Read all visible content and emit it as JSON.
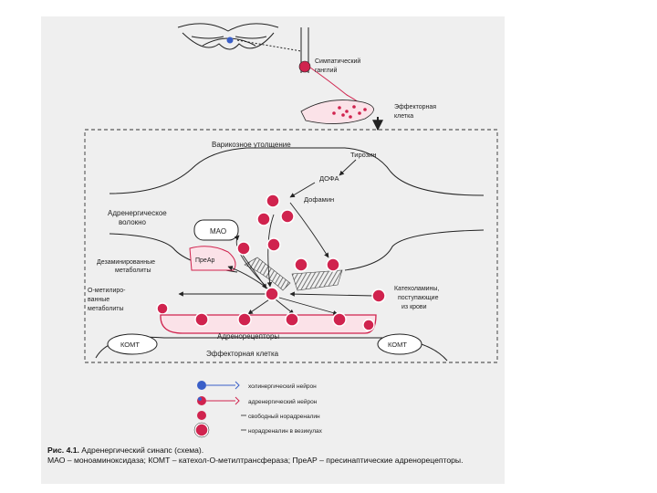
{
  "labels": {
    "sympathetic_ganglion_1": "Симпатический",
    "sympathetic_ganglion_2": "ганглий",
    "effector_cell_top_1": "Эффекторная",
    "effector_cell_top_2": "клетка",
    "varicose": "Варикозное утолщение",
    "tyrosine": "Тирозин",
    "dopa": "ДОФА",
    "dopamine": "Дофамин",
    "adrenergic_fiber_1": "Адренергическое",
    "adrenergic_fiber_2": "волокно",
    "mao": "МАО",
    "prear": "ПреАр",
    "deaminated_1": "Дезаминированные",
    "deaminated_2": "метаболиты",
    "omethyl_1": "О-метилиро-",
    "omethyl_2": "ванные",
    "omethyl_3": "метаболиты",
    "catecholamines_1": "Катехоламины,",
    "catecholamines_2": "поступающие",
    "catecholamines_3": "из крови",
    "adrenoreceptors": "Адренорецепторы",
    "komt_left": "КОМТ",
    "komt_right": "КОМТ",
    "effector_cell_bottom": "Эффекторная клетка"
  },
  "legend": [
    {
      "text": "холинергический нейрон",
      "symbol": "cholinergic-neuron",
      "color": "#3a5fc8"
    },
    {
      "text": "адренергический нейрон",
      "symbol": "adrenergic-neuron",
      "color": "#d0234e"
    },
    {
      "text": "свободный норадреналин",
      "symbol": "free-noradrenaline-dot",
      "color": "#d0234e"
    },
    {
      "text": "норадреналин в везикулах",
      "symbol": "vesicle-dot",
      "color": "#d0234e"
    }
  ],
  "caption": {
    "title": "Рис. 4.1.",
    "title_rest": " Адренергический синапс (схема).",
    "line2": "МАО – моноаминоксидаза; КОМТ – катехол-О-метилтрансфераза; ПреАР – пресинаптические адренорецепторы."
  },
  "colors": {
    "accent_red": "#d0234e",
    "accent_blue": "#3a5fc8",
    "line": "#222222"
  }
}
